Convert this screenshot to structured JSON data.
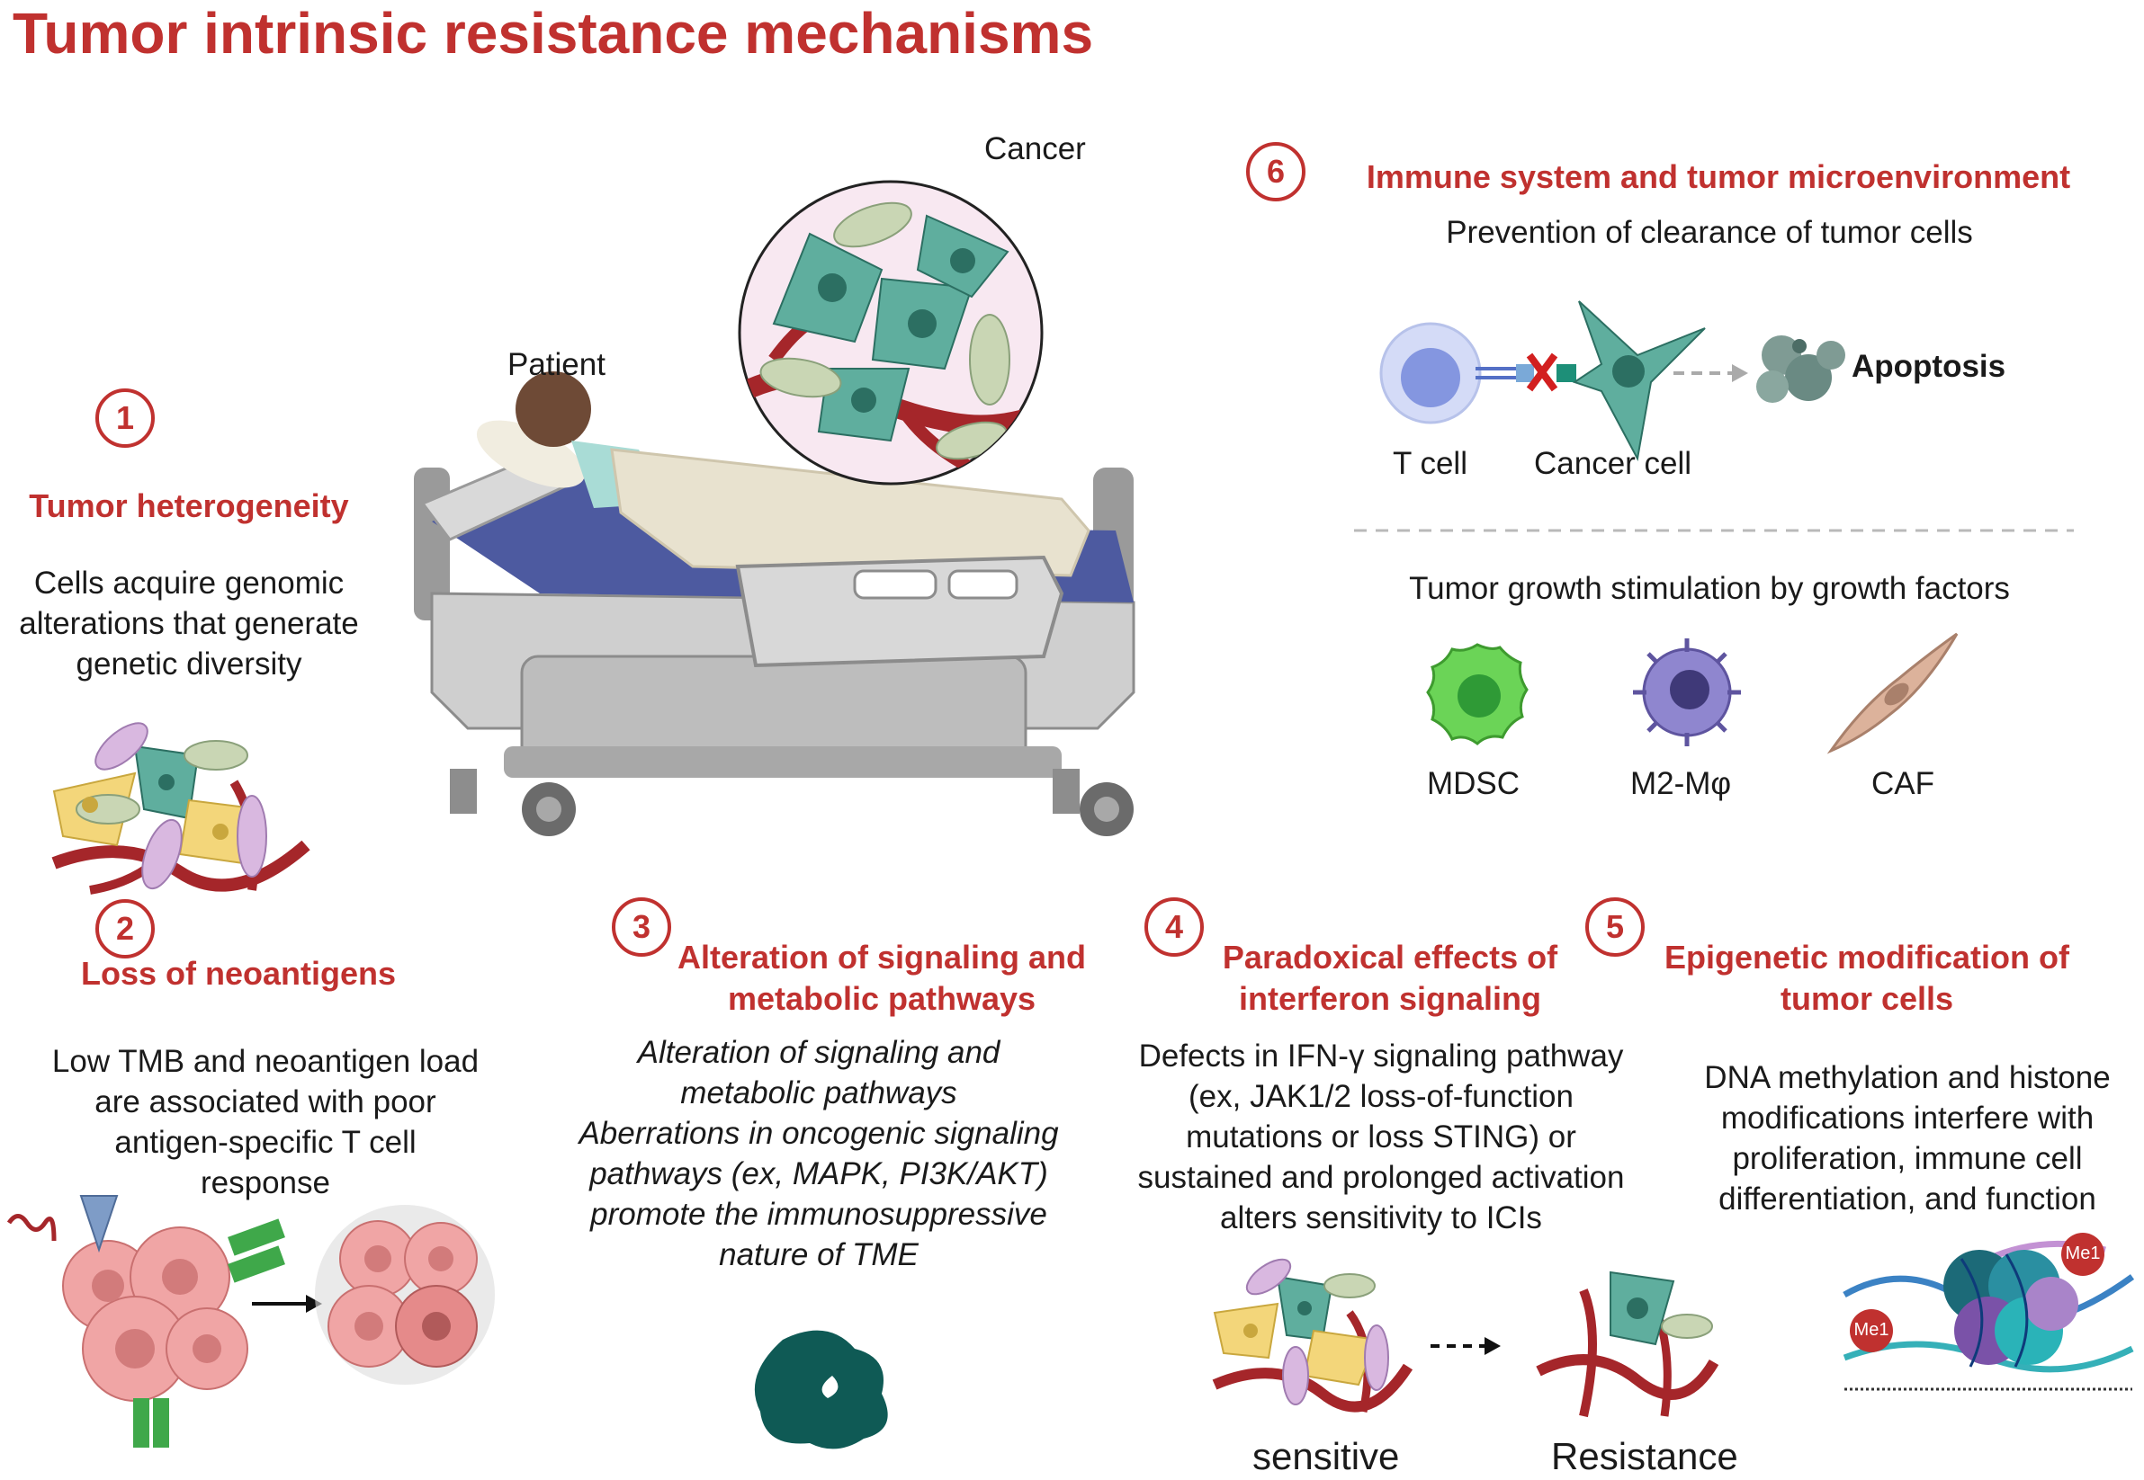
{
  "title": "Tumor intrinsic resistance mechanisms",
  "scene": {
    "patient_label": "Patient",
    "cancer_label": "Cancer"
  },
  "sections": {
    "s1": {
      "number": "1",
      "heading": "Tumor heterogeneity",
      "text": "Cells acquire genomic\nalterations that generate\ngenetic diversity"
    },
    "s2": {
      "number": "2",
      "heading": "Loss of neoantigens",
      "text": "Low TMB and neoantigen load\nare associated with poor\nantigen-specific T cell\nresponse"
    },
    "s3": {
      "number": "3",
      "heading": "Alteration of signaling and\nmetabolic pathways",
      "text": "Alteration of signaling and\nmetabolic pathways\nAberrations in oncogenic signaling\npathways (ex, MAPK, PI3K/AKT)\npromote the immunosuppressive\nnature of TME"
    },
    "s4": {
      "number": "4",
      "heading": "Paradoxical effects of\ninterferon signaling",
      "text": "Defects in IFN-γ signaling pathway\n(ex, JAK1/2 loss-of-function\nmutations or loss STING) or\nsustained and prolonged activation\nalters sensitivity to ICIs",
      "left_label": "sensitive",
      "right_label": "Resistance"
    },
    "s5": {
      "number": "5",
      "heading": "Epigenetic modification of\ntumor cells",
      "text": "DNA methylation and histone\nmodifications interfere with\nproliferation, immune cell\ndifferentiation, and function",
      "mark_left": "Me1",
      "mark_right": "Me1"
    },
    "s6": {
      "number": "6",
      "heading": "Immune system and tumor microenvironment",
      "subtitle": "Prevention of clearance of tumor cells",
      "tcell_label": "T cell",
      "cancer_cell_label": "Cancer cell",
      "apoptosis_label": "Apoptosis",
      "growth_text": "Tumor growth stimulation by  growth factors",
      "mdsc_label": "MDSC",
      "m2_label": "M2-Mφ",
      "caf_label": "CAF"
    }
  },
  "colors": {
    "accent": "#c0312f",
    "cancer_cell": "#5fae9e",
    "vessel": "#a5262a",
    "mdsc": "#5cc94a",
    "macrophage": "#7c6fb8",
    "caf": "#d7a88e"
  }
}
